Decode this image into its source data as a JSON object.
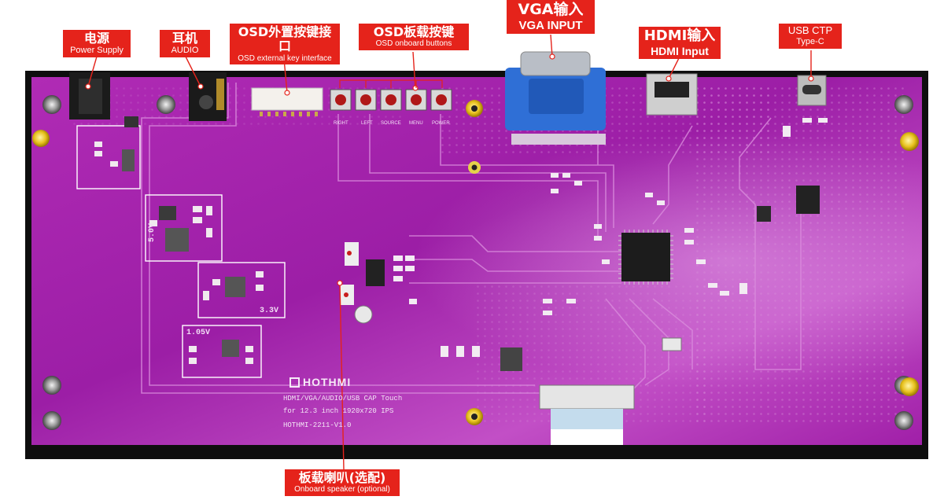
{
  "board": {
    "brand": "HOTHMI",
    "silkscreen": [
      "HDMI/VGA/AUDIO/USB CAP Touch",
      "for 12.3 inch 1920x720 IPS",
      "HOTHMI-2211-V1.0"
    ],
    "rails": [
      "5.0V",
      "3.3V",
      "1.05V"
    ],
    "button_labels": [
      "RIGHT",
      "LEFT",
      "SOURCE",
      "MENU",
      "POWER"
    ]
  },
  "callouts": {
    "power": {
      "zh": "电源",
      "en": "Power Supply"
    },
    "audio": {
      "zh": "耳机",
      "en": "AUDIO"
    },
    "osd_ext": {
      "zh": "OSD外置按键接口",
      "en": "OSD external key interface"
    },
    "osd_onboard": {
      "zh": "OSD板载按键",
      "en": "OSD onboard buttons"
    },
    "vga": {
      "zh": "VGA输入",
      "en": "VGA INPUT"
    },
    "hdmi": {
      "zh": "HDMI输入",
      "en": "HDMI Input"
    },
    "usb": {
      "zh": "USB CTP",
      "en": "Type-C"
    },
    "speaker": {
      "zh": "板载喇叭(选配)",
      "en": "Onboard speaker (optional)"
    }
  },
  "colors": {
    "pcb_purple": "#a41ea8",
    "callout_red": "#e5231b",
    "vga_blue": "#2f6fd6",
    "bezel_black": "#0e0e0e"
  }
}
